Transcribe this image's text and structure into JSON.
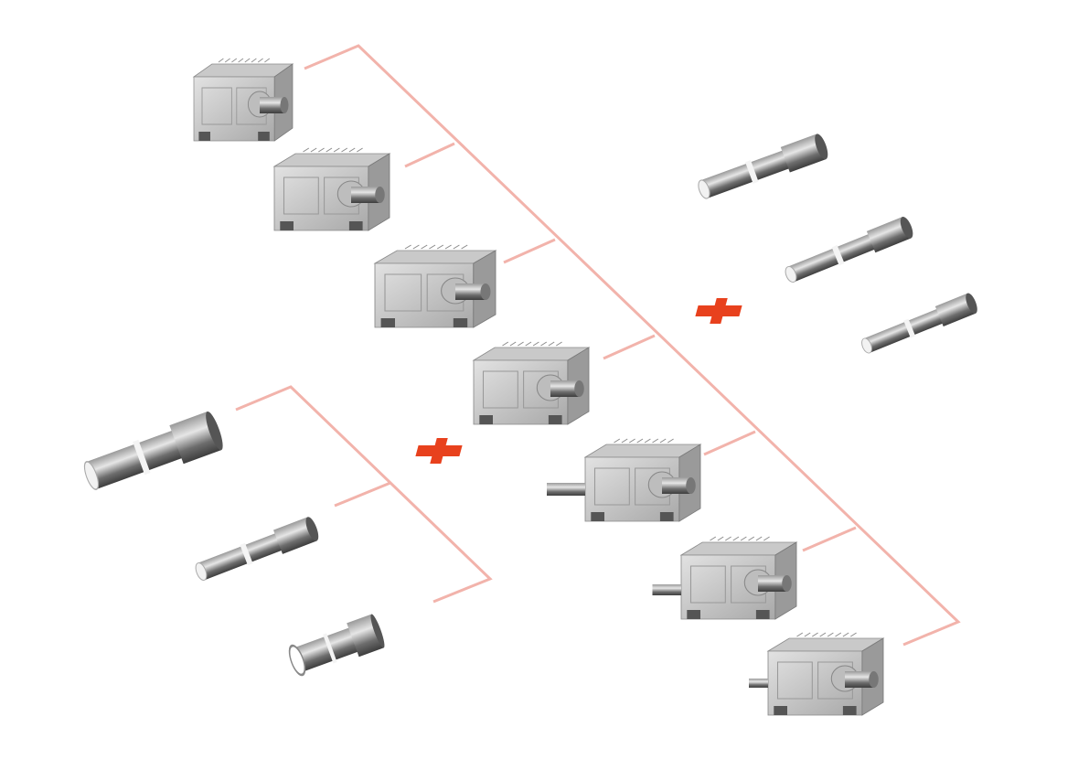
{
  "colors": {
    "background": "#ffffff",
    "connector_line": "#f2b3ab",
    "plus_sign": "#e8411d",
    "housing_light": "#d9d9d9",
    "housing_mid": "#b5b5b5",
    "housing_dark": "#7d7d7d",
    "shaft": "#5a5a5a"
  },
  "icons": {
    "combination": "plus-icon",
    "gearbox": "gearbox-icon",
    "shaft": "shaft-icon"
  },
  "groups": {
    "gearbox_count": 7,
    "right_shaft_count": 3,
    "left_shaft_count": 3
  }
}
